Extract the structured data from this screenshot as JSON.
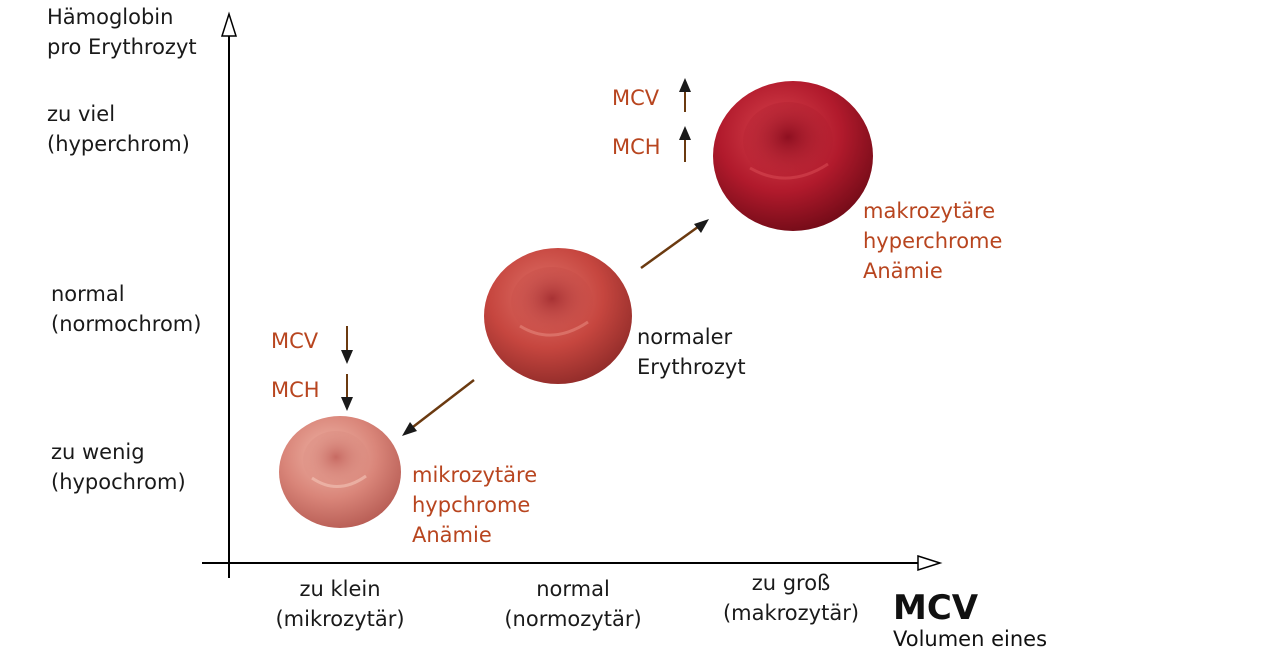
{
  "y_axis": {
    "title_line1": "Hämoglobin",
    "title_line2": "pro Erythrozyt",
    "levels": [
      {
        "line1": "zu viel",
        "line2": "(hyperchrom)"
      },
      {
        "line1": "normal",
        "line2": "(normochrom)"
      },
      {
        "line1": "zu wenig",
        "line2": "(hypochrom)"
      }
    ]
  },
  "x_axis": {
    "levels": [
      {
        "line1": "zu klein",
        "line2": "(mikrozytär)"
      },
      {
        "line1": "normal",
        "line2": "(normozytär)"
      },
      {
        "line1": "zu groß",
        "line2": "(makrozytär)"
      }
    ],
    "title": "MCV",
    "subtitle": "Volumen eines"
  },
  "cells": {
    "micro": {
      "label_line1": "mikrozytäre",
      "label_line2": "hypchrome",
      "label_line3": "Anämie",
      "color": "#d27a70"
    },
    "normal": {
      "label_line1": "normaler",
      "label_line2": "Erythrozyt",
      "color": "#c04040"
    },
    "macro": {
      "label_line1": "makrozytäre",
      "label_line2": "hyperchrome",
      "label_line3": "Anämie",
      "color": "#a8102a"
    }
  },
  "indicators": {
    "down": {
      "mcv": "MCV",
      "mch": "MCH"
    },
    "up": {
      "mcv": "MCV",
      "mch": "MCH"
    }
  },
  "colors": {
    "accent": "#b8451f",
    "arrow": "#6b3a10",
    "axis": "#000000"
  }
}
